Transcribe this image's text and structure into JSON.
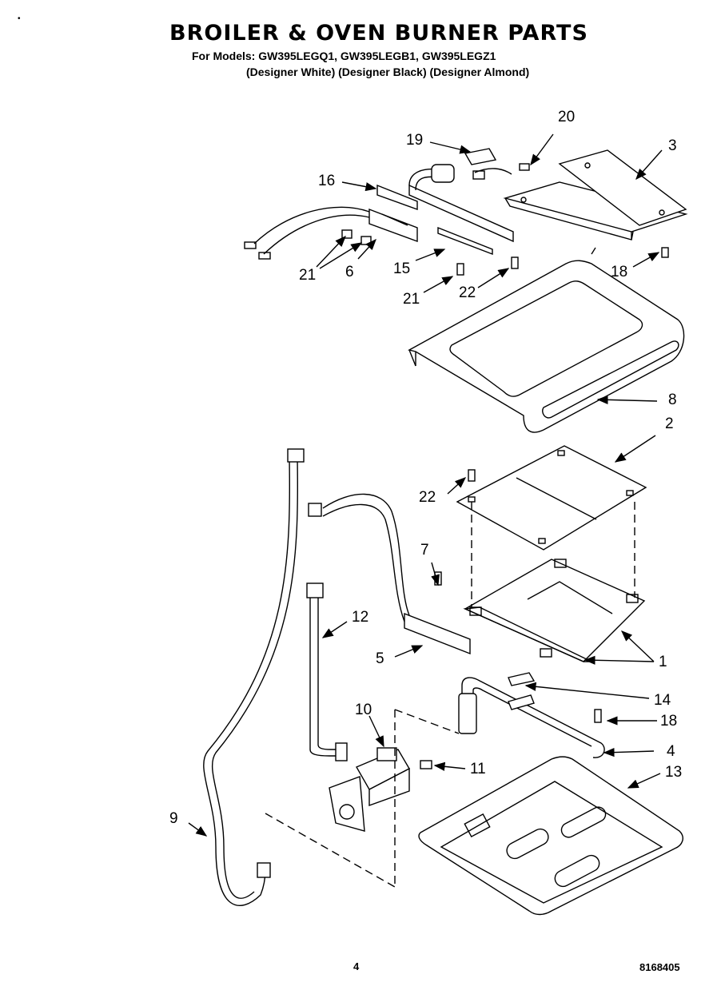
{
  "header": {
    "title": "BROILER & OVEN BURNER PARTS",
    "models": "For Models: GW395LEGQ1, GW395LEGB1, GW395LEGZ1",
    "colors": "(Designer White) (Designer Black) (Designer Almond)"
  },
  "footer": {
    "page_number": "4",
    "doc_number": "8168405"
  },
  "corner_mark": "•",
  "callouts": {
    "c1": "1",
    "c2": "2",
    "c3": "3",
    "c4": "4",
    "c5": "5",
    "c6": "6",
    "c7": "7",
    "c8": "8",
    "c9": "9",
    "c10": "10",
    "c11": "11",
    "c12": "12",
    "c13": "13",
    "c14": "14",
    "c15": "15",
    "c16": "16",
    "c18a": "18",
    "c18b": "18",
    "c19": "19",
    "c20": "20",
    "c21a": "21",
    "c21b": "21",
    "c22a": "22",
    "c22b": "22"
  }
}
